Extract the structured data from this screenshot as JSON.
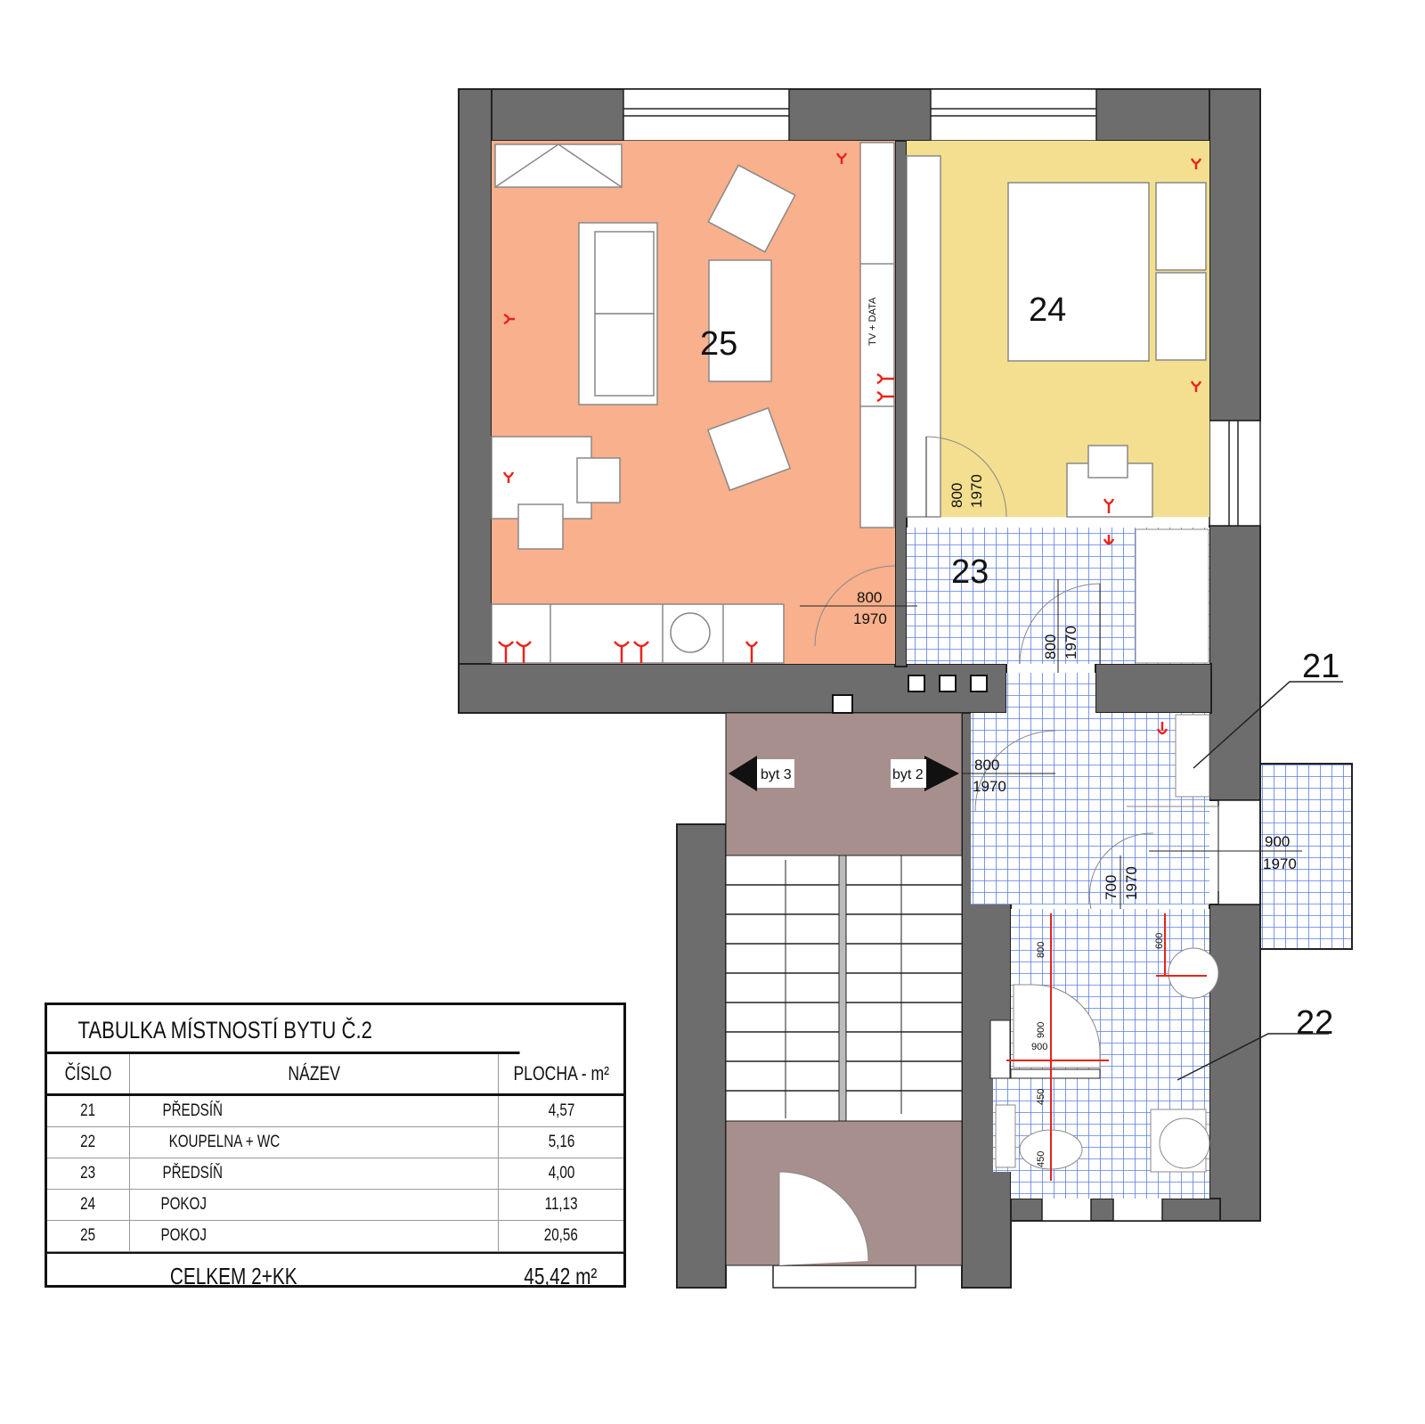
{
  "rooms": [
    {
      "number": "21"
    },
    {
      "number": "22"
    },
    {
      "number": "23"
    },
    {
      "number": "24"
    },
    {
      "number": "25"
    }
  ],
  "labels": {
    "tv_data": "TV + DATA",
    "byt3": "byt 3",
    "byt2": "byt 2",
    "door_800": "800",
    "door_700": "700",
    "door_900": "900",
    "door_height": "1970",
    "bath_dims": [
      "800",
      "600",
      "900",
      "900",
      "450",
      "450"
    ]
  },
  "colors": {
    "wall": "#6d6d6d",
    "room25": "#f9b08c",
    "room24": "#f3df8f",
    "tile_grid": "#5b7fe0",
    "staircase_landing": "#a68f8c",
    "installation_symbol": "#e8241c"
  },
  "table": {
    "title": "TABULKA MÍSTNOSTÍ BYTU Č.2",
    "headers": {
      "number": "ČÍSLO",
      "name": "NÁZEV",
      "area": "PLOCHA - m²"
    },
    "rows": [
      {
        "number": "21",
        "name": "PŘEDSÍŇ",
        "area": "4,57"
      },
      {
        "number": "22",
        "name": "KOUPELNA + WC",
        "area": "5,16"
      },
      {
        "number": "23",
        "name": "PŘEDSÍŇ",
        "area": "4,00"
      },
      {
        "number": "24",
        "name": "POKOJ",
        "area": "11,13"
      },
      {
        "number": "25",
        "name": "POKOJ",
        "area": "20,56"
      }
    ],
    "total": {
      "label": "CELKEM 2+KK",
      "area": "45,42 m²"
    }
  }
}
